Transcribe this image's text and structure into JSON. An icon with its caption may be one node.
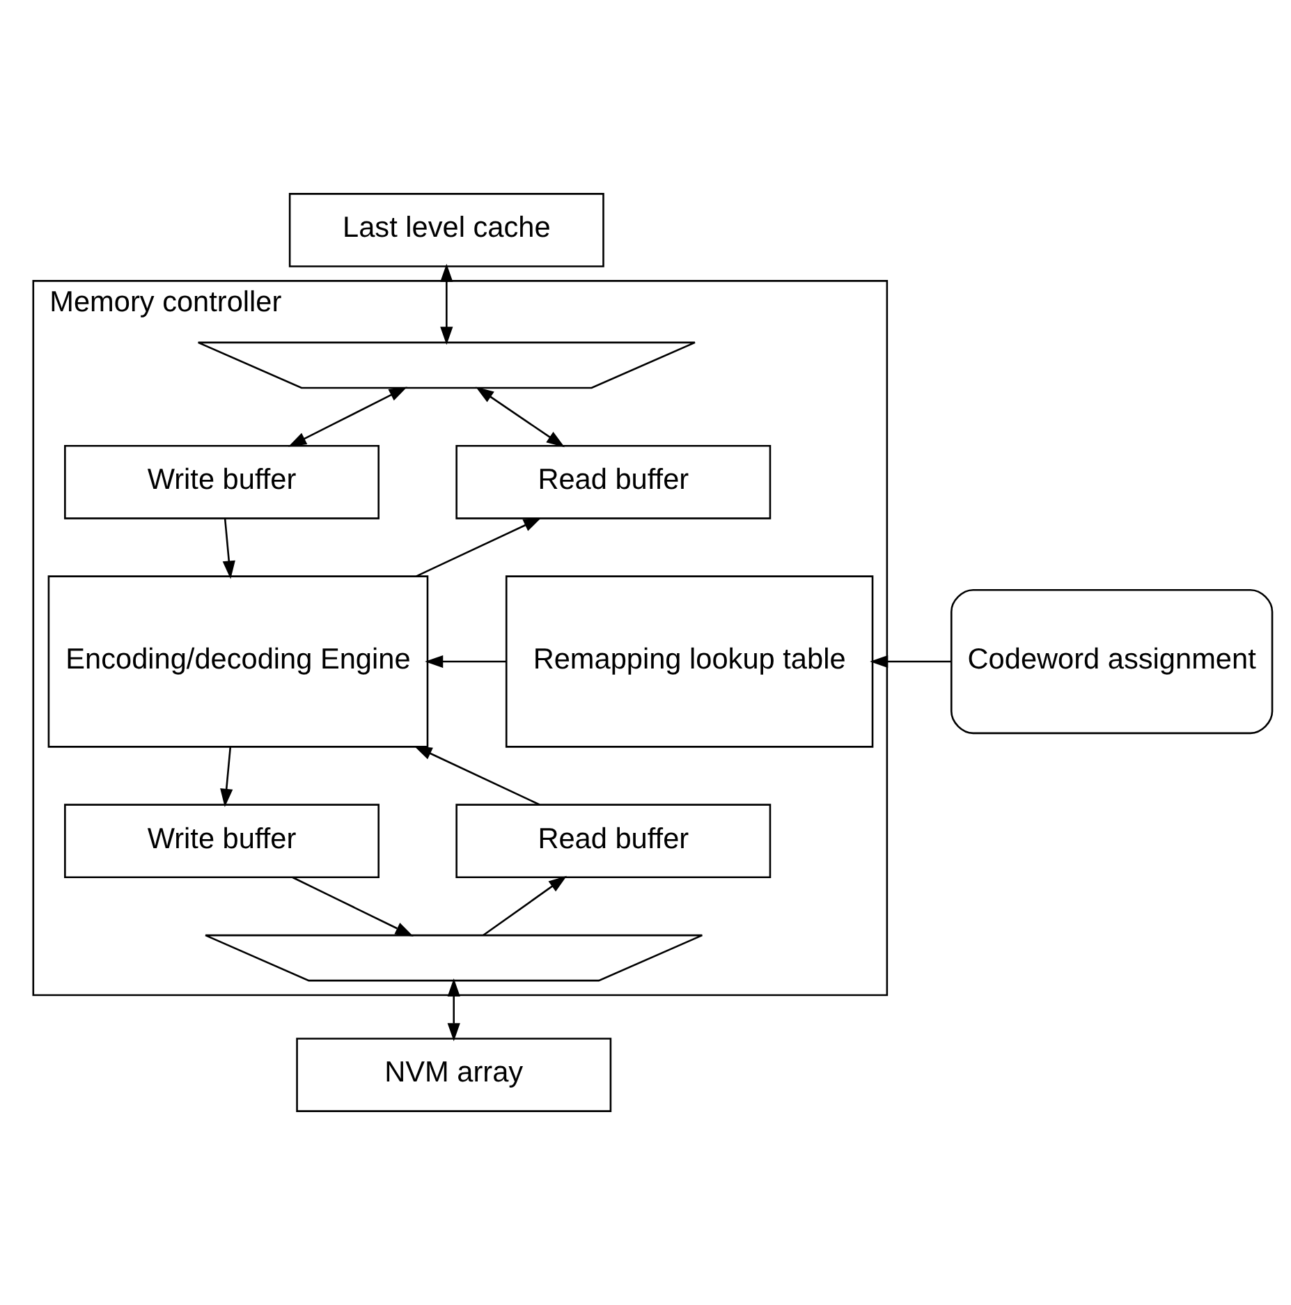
{
  "diagram": {
    "nodes": [
      {
        "text": [
          "Last level cache"
        ]
      },
      {
        "text": [
          "Memory controller"
        ]
      },
      {
        "text": [],
        "shape": "trapezoid",
        "in": 1
      },
      {
        "text": [
          "Write buffer"
        ],
        "in": 1
      },
      {
        "text": [
          "Read buffer"
        ],
        "in": 1
      },
      {
        "text": [
          "Encoding/decoding Engine"
        ],
        "in": 1
      },
      {
        "text": [
          "Remapping lookup table"
        ],
        "in": 1
      },
      {
        "text": [
          "Codeword assignment"
        ]
      },
      {
        "text": [
          "Write buffer"
        ],
        "in": 1
      },
      {
        "text": [
          "Read buffer"
        ],
        "in": 1
      },
      {
        "text": [],
        "shape": "trapezoid",
        "in": 1
      },
      {
        "text": [
          "NVM array"
        ]
      }
    ],
    "edges": [
      {
        "from": 0,
        "to": 2,
        "arrow": "both"
      },
      {
        "from": 2,
        "to": 3,
        "arrow": "both"
      },
      {
        "from": 2,
        "to": 4,
        "arrow": "both"
      },
      {
        "from": 3,
        "to": 5,
        "arrow": "to"
      },
      {
        "from": 5,
        "to": 4,
        "arrow": "to"
      },
      {
        "from": 6,
        "to": 5,
        "arrow": "to"
      },
      {
        "from": 7,
        "to": 6,
        "arrow": "to"
      },
      {
        "from": 5,
        "to": 8,
        "arrow": "to"
      },
      {
        "from": 9,
        "to": 5,
        "arrow": "to"
      },
      {
        "from": 8,
        "to": 10,
        "arrow": "to"
      },
      {
        "from": 10,
        "to": 9,
        "arrow": "to"
      },
      {
        "from": 10,
        "to": 11,
        "arrow": "both"
      }
    ]
  }
}
